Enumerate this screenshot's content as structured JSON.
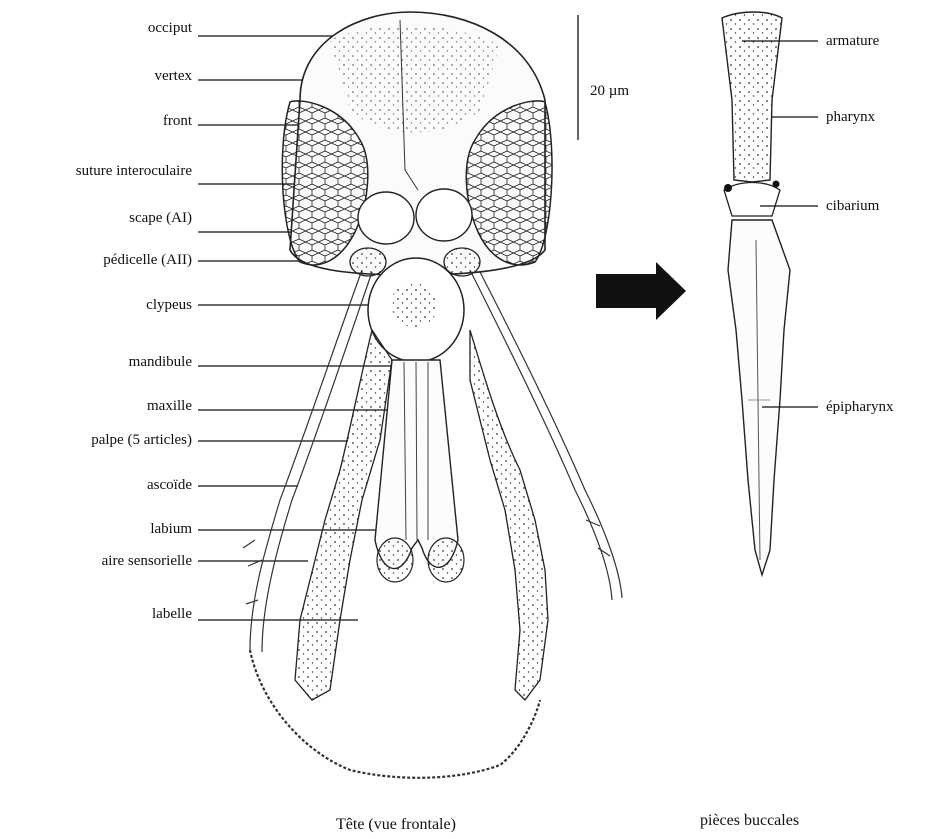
{
  "head_labels": [
    "occiput",
    "vertex",
    "front",
    "suture interoculaire",
    "scape (AI)",
    "pédicelle (AII)",
    "clypeus",
    "mandibule",
    "maxille",
    "palpe (5 articles)",
    "ascoïde",
    "labium",
    "aire sensorielle",
    "labelle"
  ],
  "mouthpart_labels": [
    "armature",
    "pharynx",
    "cibarium",
    "épipharynx"
  ],
  "scale_bar_label": "20 µm",
  "captions": {
    "head": "Tête (vue frontale)",
    "mouthparts": "pièces buccales"
  },
  "colors": {
    "ink": "#111111",
    "arrow": "#111111",
    "background": "#ffffff"
  }
}
